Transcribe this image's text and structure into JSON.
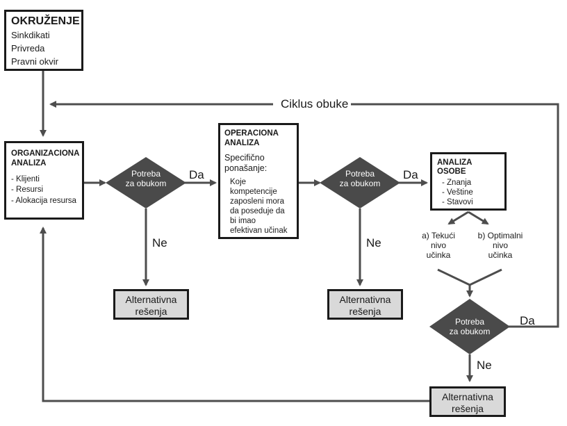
{
  "environment": {
    "title": "OKRUŽENJE",
    "items": [
      "Sinkdikati",
      "Privreda",
      "Pravni okvir"
    ]
  },
  "cycle_label": "Ciklus obuke",
  "org_analysis": {
    "title": [
      "ORGANIZACIONA",
      "ANALIZA"
    ],
    "items": [
      "- Klijenti",
      "- Resursi",
      "- Alokacija resursa"
    ]
  },
  "op_analysis": {
    "title": [
      "OPERACIONA",
      "ANALIZA"
    ],
    "subtitle": [
      "Specifično",
      "ponašanje:"
    ],
    "body": [
      "Koje",
      "kompetencije",
      "zaposleni mora",
      "da poseduje da",
      "bi imao",
      "efektivan učinak"
    ]
  },
  "person_analysis": {
    "title": [
      "ANALIZA",
      "OSOBE"
    ],
    "items": [
      "- Znanja",
      "- Veštine",
      "- Stavovi"
    ]
  },
  "decision": [
    "Potreba",
    "za obukom"
  ],
  "yes": "Da",
  "no": "Ne",
  "alternative": [
    "Alternativna",
    "rešenja"
  ],
  "performance": {
    "current": [
      "a) Tekući",
      "nivo",
      "učinka"
    ],
    "optimal": [
      "b) Optimalni",
      "nivo",
      "učinka"
    ]
  },
  "colors": {
    "line": "#4d4d4d",
    "diamond": "#4a4a4a",
    "alt_fill": "#d9d9d9",
    "border": "#1a1a1a"
  }
}
